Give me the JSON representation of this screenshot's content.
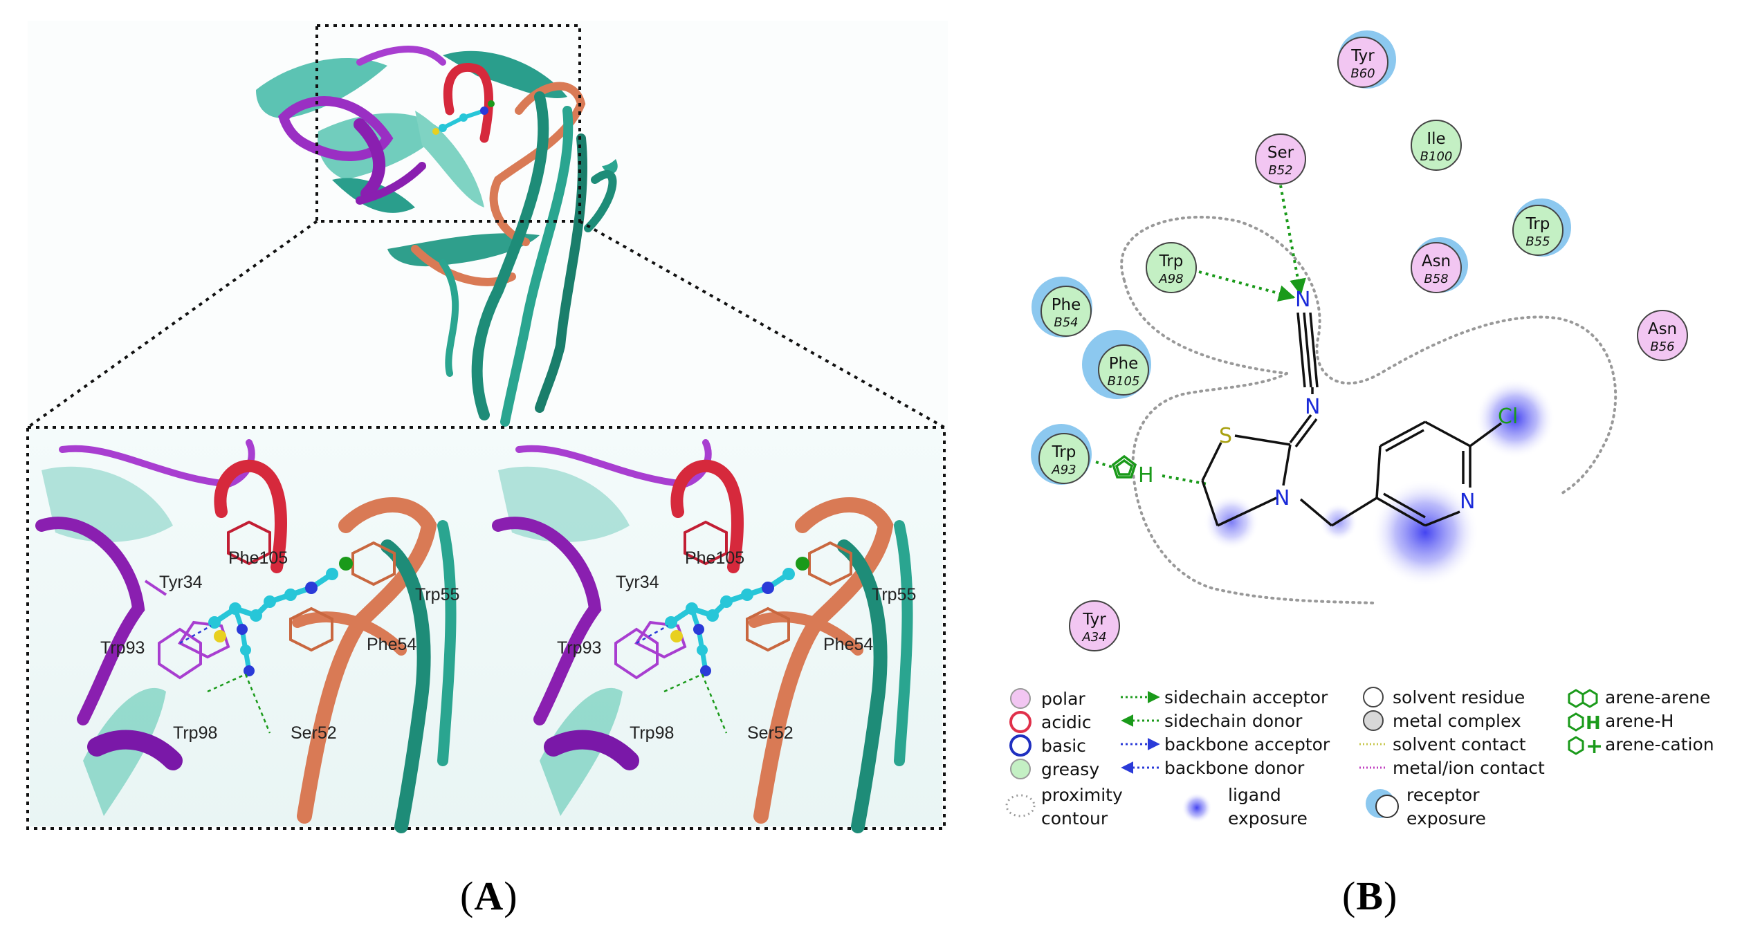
{
  "panel_a": {
    "label_open": "(",
    "label_letter": "A",
    "label_close": ")",
    "residues": [
      "Phe105",
      "Tyr34",
      "Trp55",
      "Trp93",
      "Phe54",
      "Trp98",
      "Ser52"
    ]
  },
  "panel_b": {
    "label_open": "(",
    "label_letter": "B",
    "label_close": ")",
    "residues": [
      {
        "name": "Tyr",
        "chain": "B60",
        "type": "polar"
      },
      {
        "name": "Ser",
        "chain": "B52",
        "type": "polar"
      },
      {
        "name": "Ile",
        "chain": "B100",
        "type": "greasy"
      },
      {
        "name": "Trp",
        "chain": "B55",
        "type": "greasy"
      },
      {
        "name": "Trp",
        "chain": "A98",
        "type": "greasy"
      },
      {
        "name": "Asn",
        "chain": "B58",
        "type": "polar"
      },
      {
        "name": "Phe",
        "chain": "B54",
        "type": "greasy"
      },
      {
        "name": "Asn",
        "chain": "B56",
        "type": "polar"
      },
      {
        "name": "Phe",
        "chain": "B105",
        "type": "greasy"
      },
      {
        "name": "Trp",
        "chain": "A93",
        "type": "greasy"
      },
      {
        "name": "Tyr",
        "chain": "A34",
        "type": "polar"
      }
    ],
    "atoms": {
      "n1": "N",
      "n2": "N",
      "s": "S",
      "n3": "N",
      "n4": "N",
      "cl": "Cl",
      "h": "H"
    },
    "legend": {
      "col1": [
        "polar",
        "acidic",
        "basic",
        "greasy",
        "proximity",
        "contour"
      ],
      "col2": [
        "sidechain acceptor",
        "sidechain donor",
        "backbone acceptor",
        "backbone donor",
        "ligand",
        "exposure"
      ],
      "col3": [
        "solvent residue",
        "metal complex",
        "solvent contact",
        "metal/ion contact",
        "receptor",
        "exposure"
      ],
      "col4": [
        "arene-arene",
        "arene-H",
        "arene-cation"
      ]
    },
    "colors": {
      "polar": "#f2c6f2",
      "acidic": "#e0304a",
      "basic": "#2030c0",
      "greasy": "#c4f0c4",
      "hbond": "#1a9a1a",
      "ligand_exposure": "#3a3af0",
      "receptor_exposure": "#8cc8ef",
      "solvent_contact": "#c8c850",
      "metal_contact": "#c040c0"
    }
  }
}
